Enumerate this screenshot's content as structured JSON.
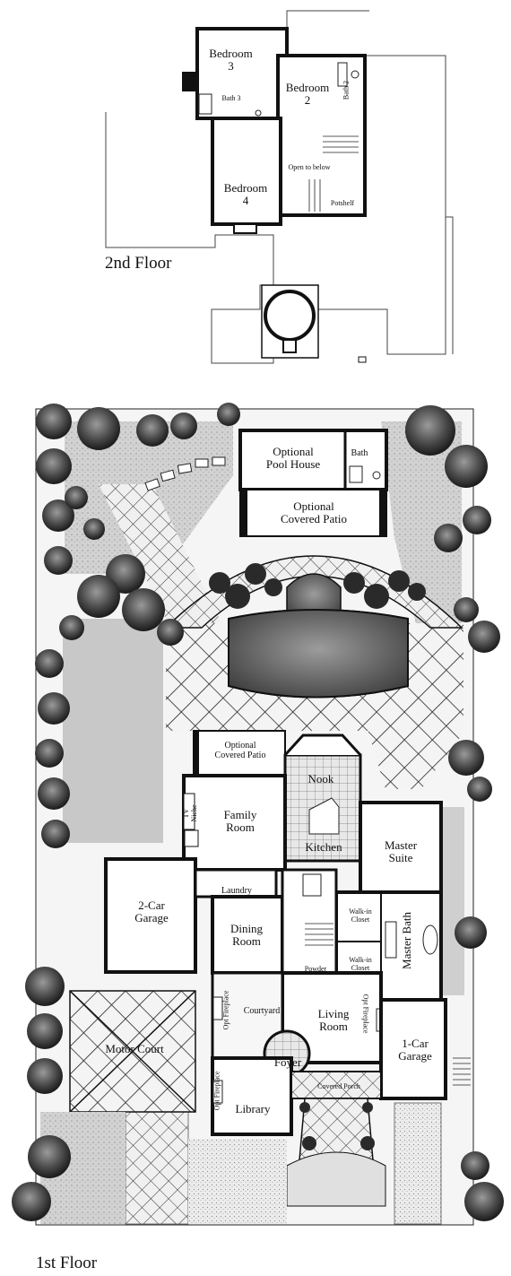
{
  "captions": {
    "second_floor": "2nd Floor",
    "first_floor": "1st Floor"
  },
  "second_floor_rooms": {
    "bedroom3": "Bedroom\n3",
    "bedroom2": "Bedroom\n2",
    "bath2": "Bath 2",
    "bath3": "Bath 3",
    "bedroom4": "Bedroom\n4",
    "open_to_below": "Open to below",
    "potshelf": "Potshelf"
  },
  "first_floor_rooms": {
    "pool_house": "Optional\nPool House",
    "bath": "Bath",
    "covered_patio_pool": "Optional\nCovered Patio",
    "covered_patio_rear": "Optional\nCovered Patio",
    "nook": "Nook",
    "tv_niche": "TV\nNiche",
    "family_room": "Family\nRoom",
    "kitchen": "Kitchen",
    "master_suite": "Master\nSuite",
    "laundry": "Laundry",
    "garage2": "2-Car\nGarage",
    "dining_room": "Dining\nRoom",
    "walkin1": "Walk-in\nCloset",
    "walkin2": "Walk-in\nCloset",
    "master_bath": "Master Bath",
    "powder": "Powder",
    "opt_fireplace_left": "Opt Fireplace",
    "courtyard": "Courtyard",
    "living_room": "Living\nRoom",
    "opt_fireplace_living": "Opt Fireplace",
    "garage1": "1-Car\nGarage",
    "motor_court": "Motor Court",
    "foyer": "Foyer",
    "covered_porch": "Covered Porch",
    "opt_fireplace_library": "Opt Fireplace",
    "library": "Library"
  }
}
